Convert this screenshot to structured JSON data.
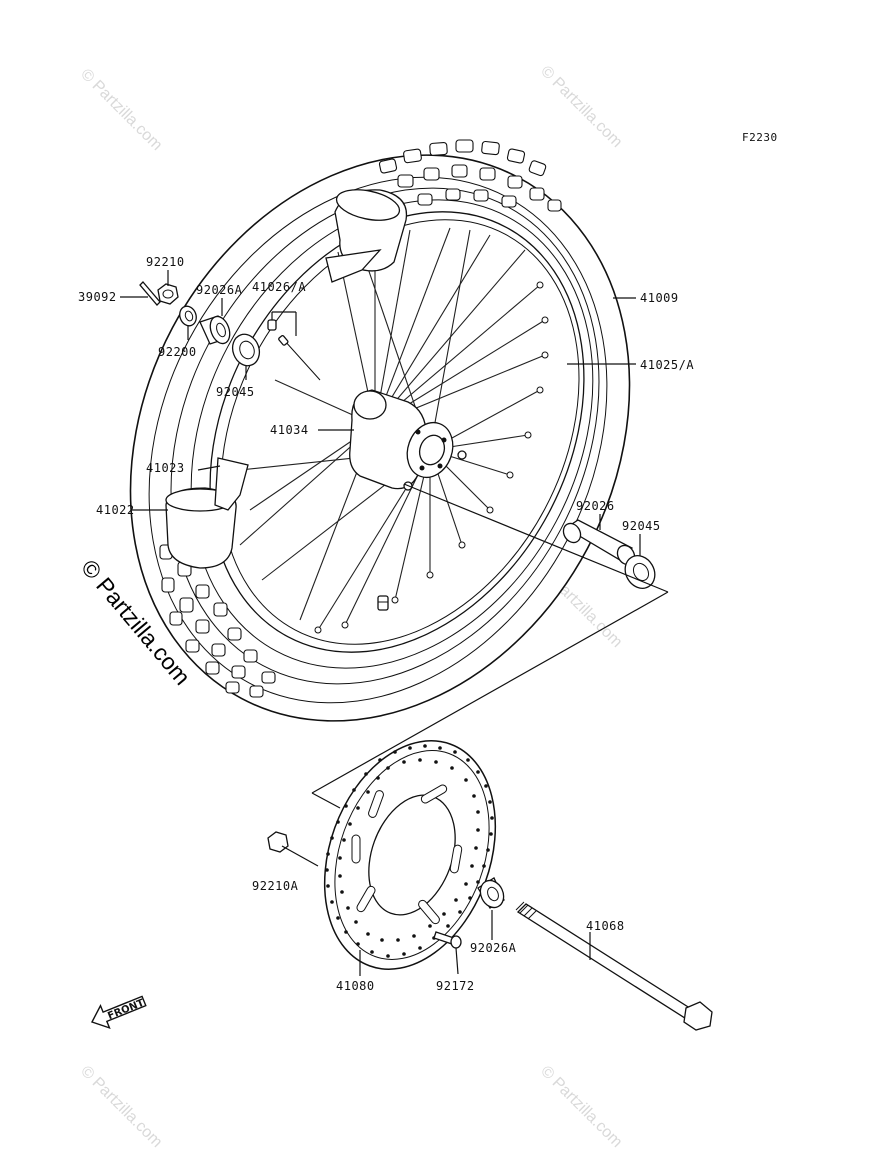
{
  "diagram": {
    "code": "F2230",
    "front_label": "FRONT",
    "watermark": "© Partzilla.com",
    "watermark_main": "© Partzilla.com",
    "labels": {
      "p92210": "92210",
      "p39092": "39092",
      "p92026a_top": "92026A",
      "p41026": "41026/A",
      "p92200": "92200",
      "p92045_top": "92045",
      "p41009": "41009",
      "p41025": "41025/A",
      "p41034": "41034",
      "p41023": "41023",
      "p41022": "41022",
      "p92026": "92026",
      "p92045_right": "92045",
      "p92210a": "92210A",
      "p41068": "41068",
      "p92026a_bottom": "92026A",
      "p41080": "41080",
      "p92172": "92172"
    }
  }
}
